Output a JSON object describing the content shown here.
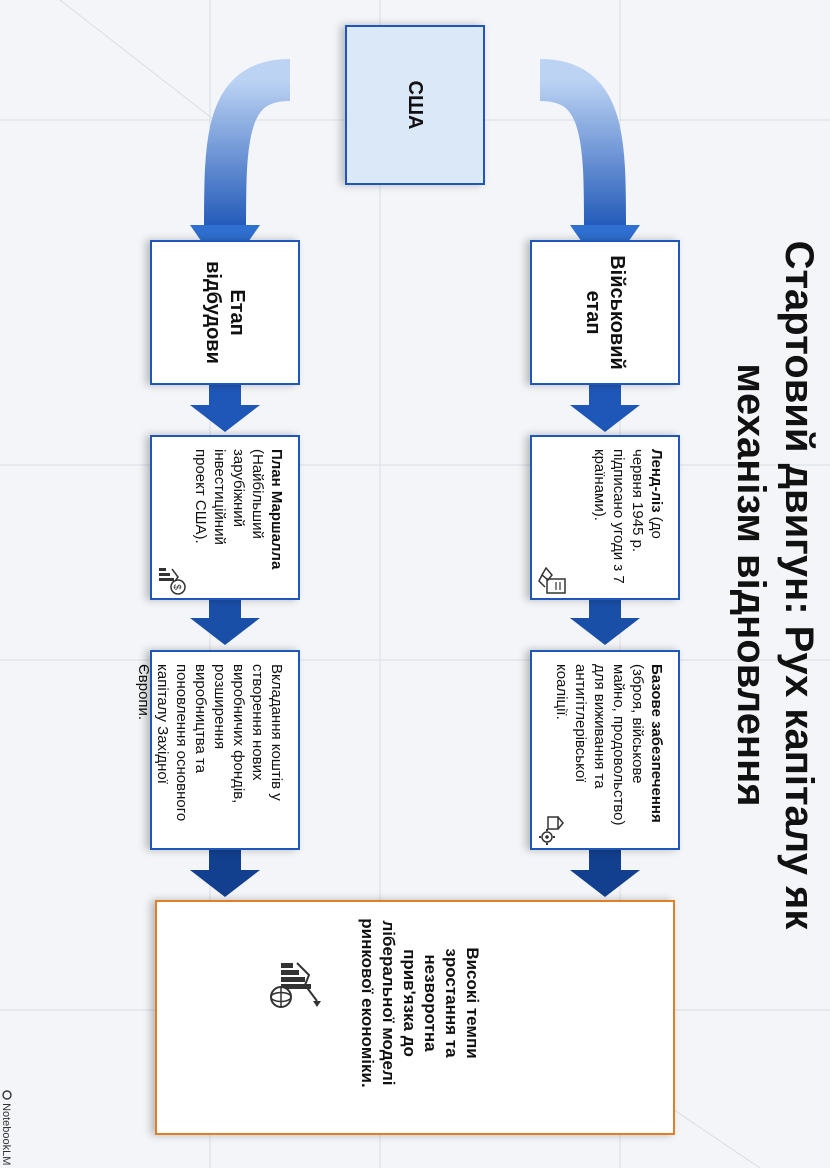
{
  "title": {
    "line1": "Стартовий двигун: Рух капіталу як",
    "line2": "механізм відновлення"
  },
  "source": {
    "label": "США"
  },
  "branches": [
    {
      "stage": "Військовий етап",
      "steps": [
        {
          "bold": "Ленд-ліз",
          "text": " (до червня 1945 р. підписано угоди з 7 країнами).",
          "icon": "handshake-document-icon"
        },
        {
          "bold": "Базове забезпечення",
          "text": " (зброя, військове майно, продовольство) для виживання та антигітлерівської коаліції.",
          "icon": "supplies-gear-icon"
        }
      ]
    },
    {
      "stage": "Етап відбудови",
      "steps": [
        {
          "bold": "План Маршалла",
          "text": " (Найбільший зарубіжний інвестиційний проект США).",
          "icon": "dollar-growth-icon"
        },
        {
          "bold": "",
          "text": "Вкладання коштів у створення нових виробничих фондів, розширення виробництва та поновлення основного капіталу Західної Європи.",
          "icon": ""
        }
      ]
    }
  ],
  "result": {
    "text": "Високі темпи зростання та незворотна прив'язка до ліберальної моделі ринкової економіки.",
    "icon": "globe-growth-chart-icon"
  },
  "watermark": {
    "label": "NotebookLM",
    "icon": "notebooklm-logo-icon"
  },
  "colors": {
    "primary_blue": "#1f57b8",
    "light_blue": "#dbe8f7",
    "result_border": "#e07f2a",
    "background": "#f3f5f8"
  }
}
